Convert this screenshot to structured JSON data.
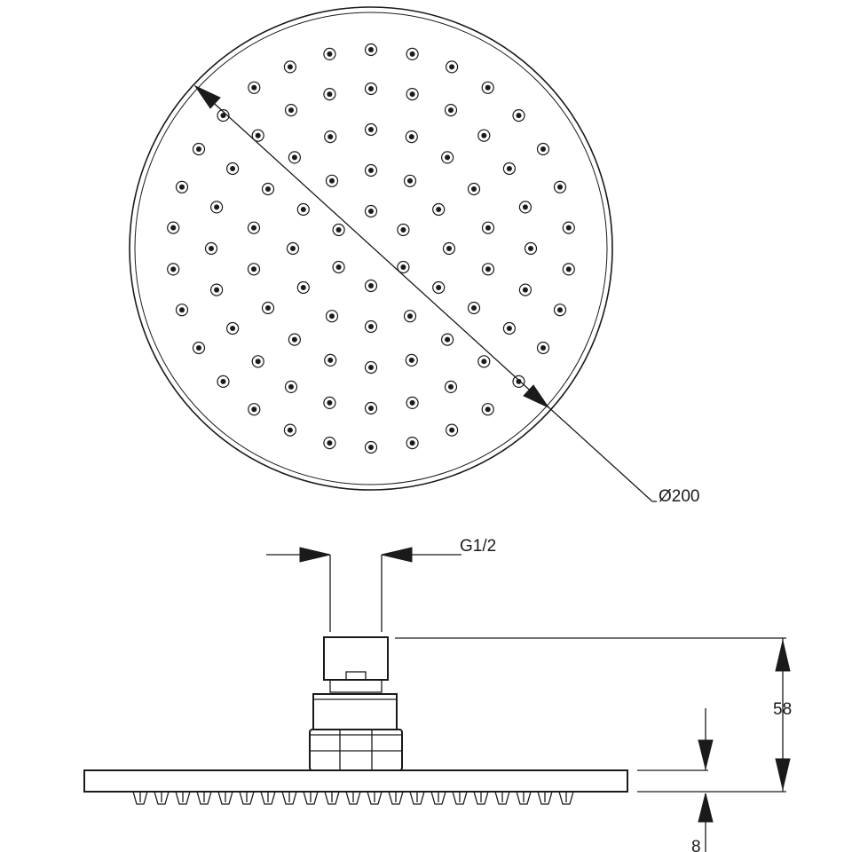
{
  "dimensions": {
    "diameter": "Ø200",
    "thread": "G1/2",
    "total_height": "58",
    "plate_thickness": "8"
  },
  "colors": {
    "line": "#1a1a1a",
    "background": "#ffffff"
  }
}
